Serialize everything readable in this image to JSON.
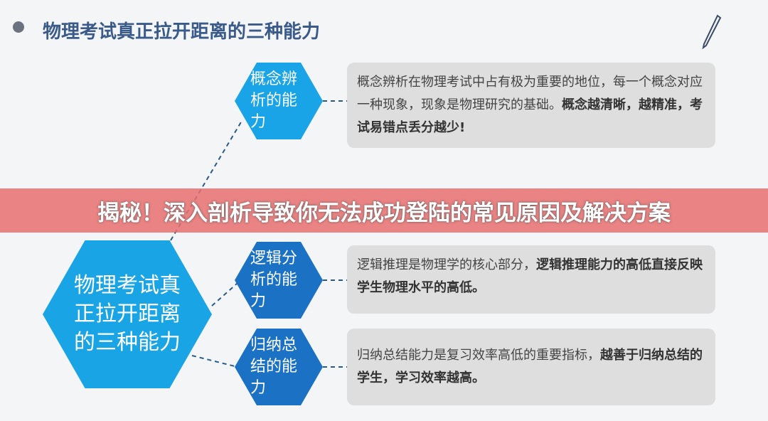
{
  "slide": {
    "title": "物理考试真正拉开距离的三种能力",
    "center": "物理考试真正拉开距离的三种能力",
    "nodes": [
      {
        "label": "概念辨析的能力",
        "text": "概念辨析在物理考试中占有极为重要的地位，每一个概念对应一种现象，现象是物理研究的基础。",
        "bold": "概念越清晰，越精准，考试易错点丢分越少!"
      },
      {
        "label": "逻辑分析的能力",
        "text": "逻辑推理是物理学的核心部分，",
        "bold": "逻辑推理能力的高低直接反映学生物理水平的高低。"
      },
      {
        "label": "归纳总结的能力",
        "text": "归纳总结能力是复习效率高低的重要指标，",
        "bold": "越善于归纳总结的学生，学习效率越高。"
      }
    ]
  },
  "banner": {
    "text": "揭秘！深入剖析导致你无法成功登陆的常见原因及解决方案"
  },
  "colors": {
    "light_blue": "#19a4e6",
    "dark_blue": "#1b72c4",
    "banner": "#e86e6e"
  }
}
